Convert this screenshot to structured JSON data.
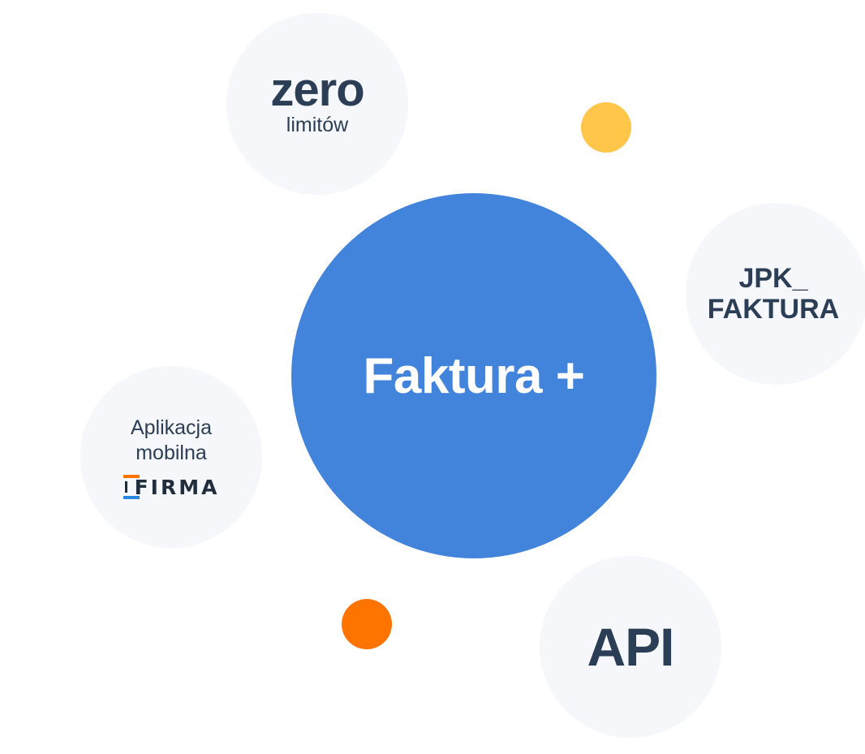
{
  "center": {
    "label": "Faktura +",
    "color": "#4283db"
  },
  "bubbles": {
    "zero": {
      "big": "zero",
      "small": "limitów"
    },
    "jpk": {
      "line1": "JPK_",
      "line2": "FAKTURA"
    },
    "app": {
      "line1": "Aplikacja",
      "line2": "mobilna",
      "logo_text": "IFIRMA",
      "logo_rest": "FIRMA"
    },
    "api": {
      "big": "API"
    }
  },
  "colors": {
    "bubble_bg": "#f5f7fa",
    "text_dark": "#2c3e55",
    "dot_yellow": "#ffc64a",
    "dot_orange": "#ff7300",
    "logo_orange": "#ff7300",
    "logo_blue": "#2a86e0"
  }
}
